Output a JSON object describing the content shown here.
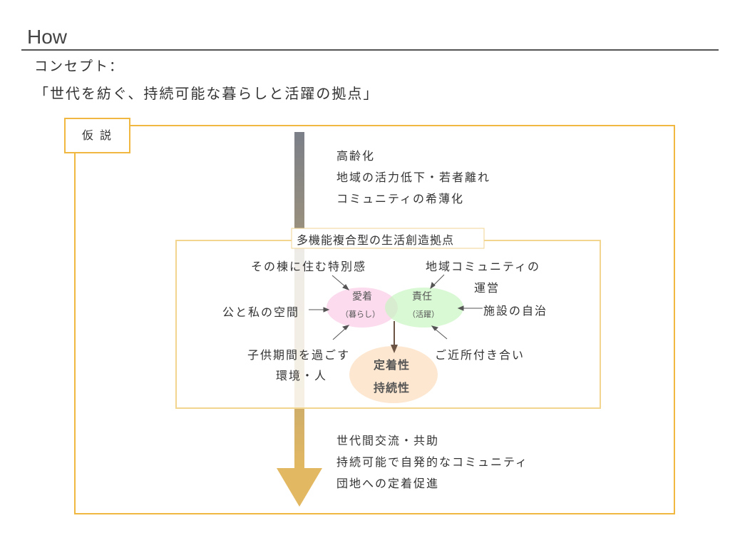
{
  "header": {
    "title": "How",
    "concept_label": "コンセプト：",
    "concept": "「世代を紡ぐ、持続可能な暮らしと活躍の拠点」"
  },
  "hypothesis": {
    "label": "仮 説",
    "issues": [
      "高齢化",
      "地域の活力低下・若者離れ",
      "コミュニティの希薄化"
    ],
    "hub_title": "多機能複合型の生活創造拠点",
    "attachment": {
      "title": "愛着",
      "sub": "（暮らし）"
    },
    "responsibility": {
      "title": "責任",
      "sub": "（活躍）"
    },
    "result": [
      "定着性",
      "持続性"
    ],
    "left_factors": [
      "その棟に住む特別感",
      "公と私の空間",
      "子供期間を過ごす",
      "環境・人"
    ],
    "right_factors": [
      "地域コミュニティの",
      "運営",
      "施設の自治",
      "ご近所付き合い"
    ],
    "outcomes": [
      "世代間交流・共助",
      "持続可能で自発的なコミュニティ",
      "団地への定着促進"
    ]
  },
  "colors": {
    "frame": "#f0b840",
    "pink": "#fbd9ec",
    "green": "#d4f9cf",
    "orange": "#fde7d0",
    "arrow_top": "#7b7f88",
    "arrow_bottom": "#e2b862"
  }
}
